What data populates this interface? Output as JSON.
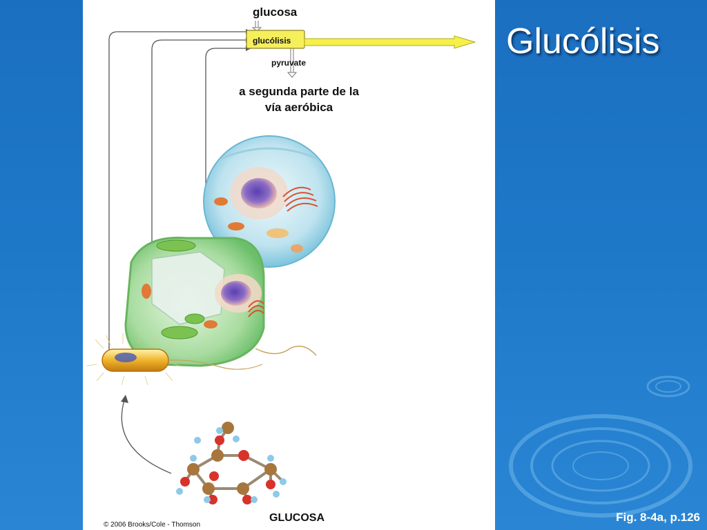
{
  "slide": {
    "title": "Glucólisis",
    "figure_reference": "Fig. 8-4a, p.126"
  },
  "diagram": {
    "top_input_label": "glucosa",
    "process_box_label": "glucólisis",
    "output_label": "pyruvate",
    "pathway_note": "a segunda parte de la vía aeróbica",
    "molecule_label": "GLUCOSA",
    "copyright": "© 2006 Brooks/Cole - Thomson",
    "colors": {
      "process_box": "#f6ef5c",
      "arrow_yellow": "#f5f04a",
      "slide_blue": "#1e78c8",
      "carbon": "#a8753c",
      "oxygen": "#d8322a",
      "hydrogen": "#8ec9e8"
    },
    "illustrations": [
      "animal-cell-icon",
      "plant-cell-icon",
      "bacterium-icon",
      "glucose-molecule-icon"
    ]
  }
}
